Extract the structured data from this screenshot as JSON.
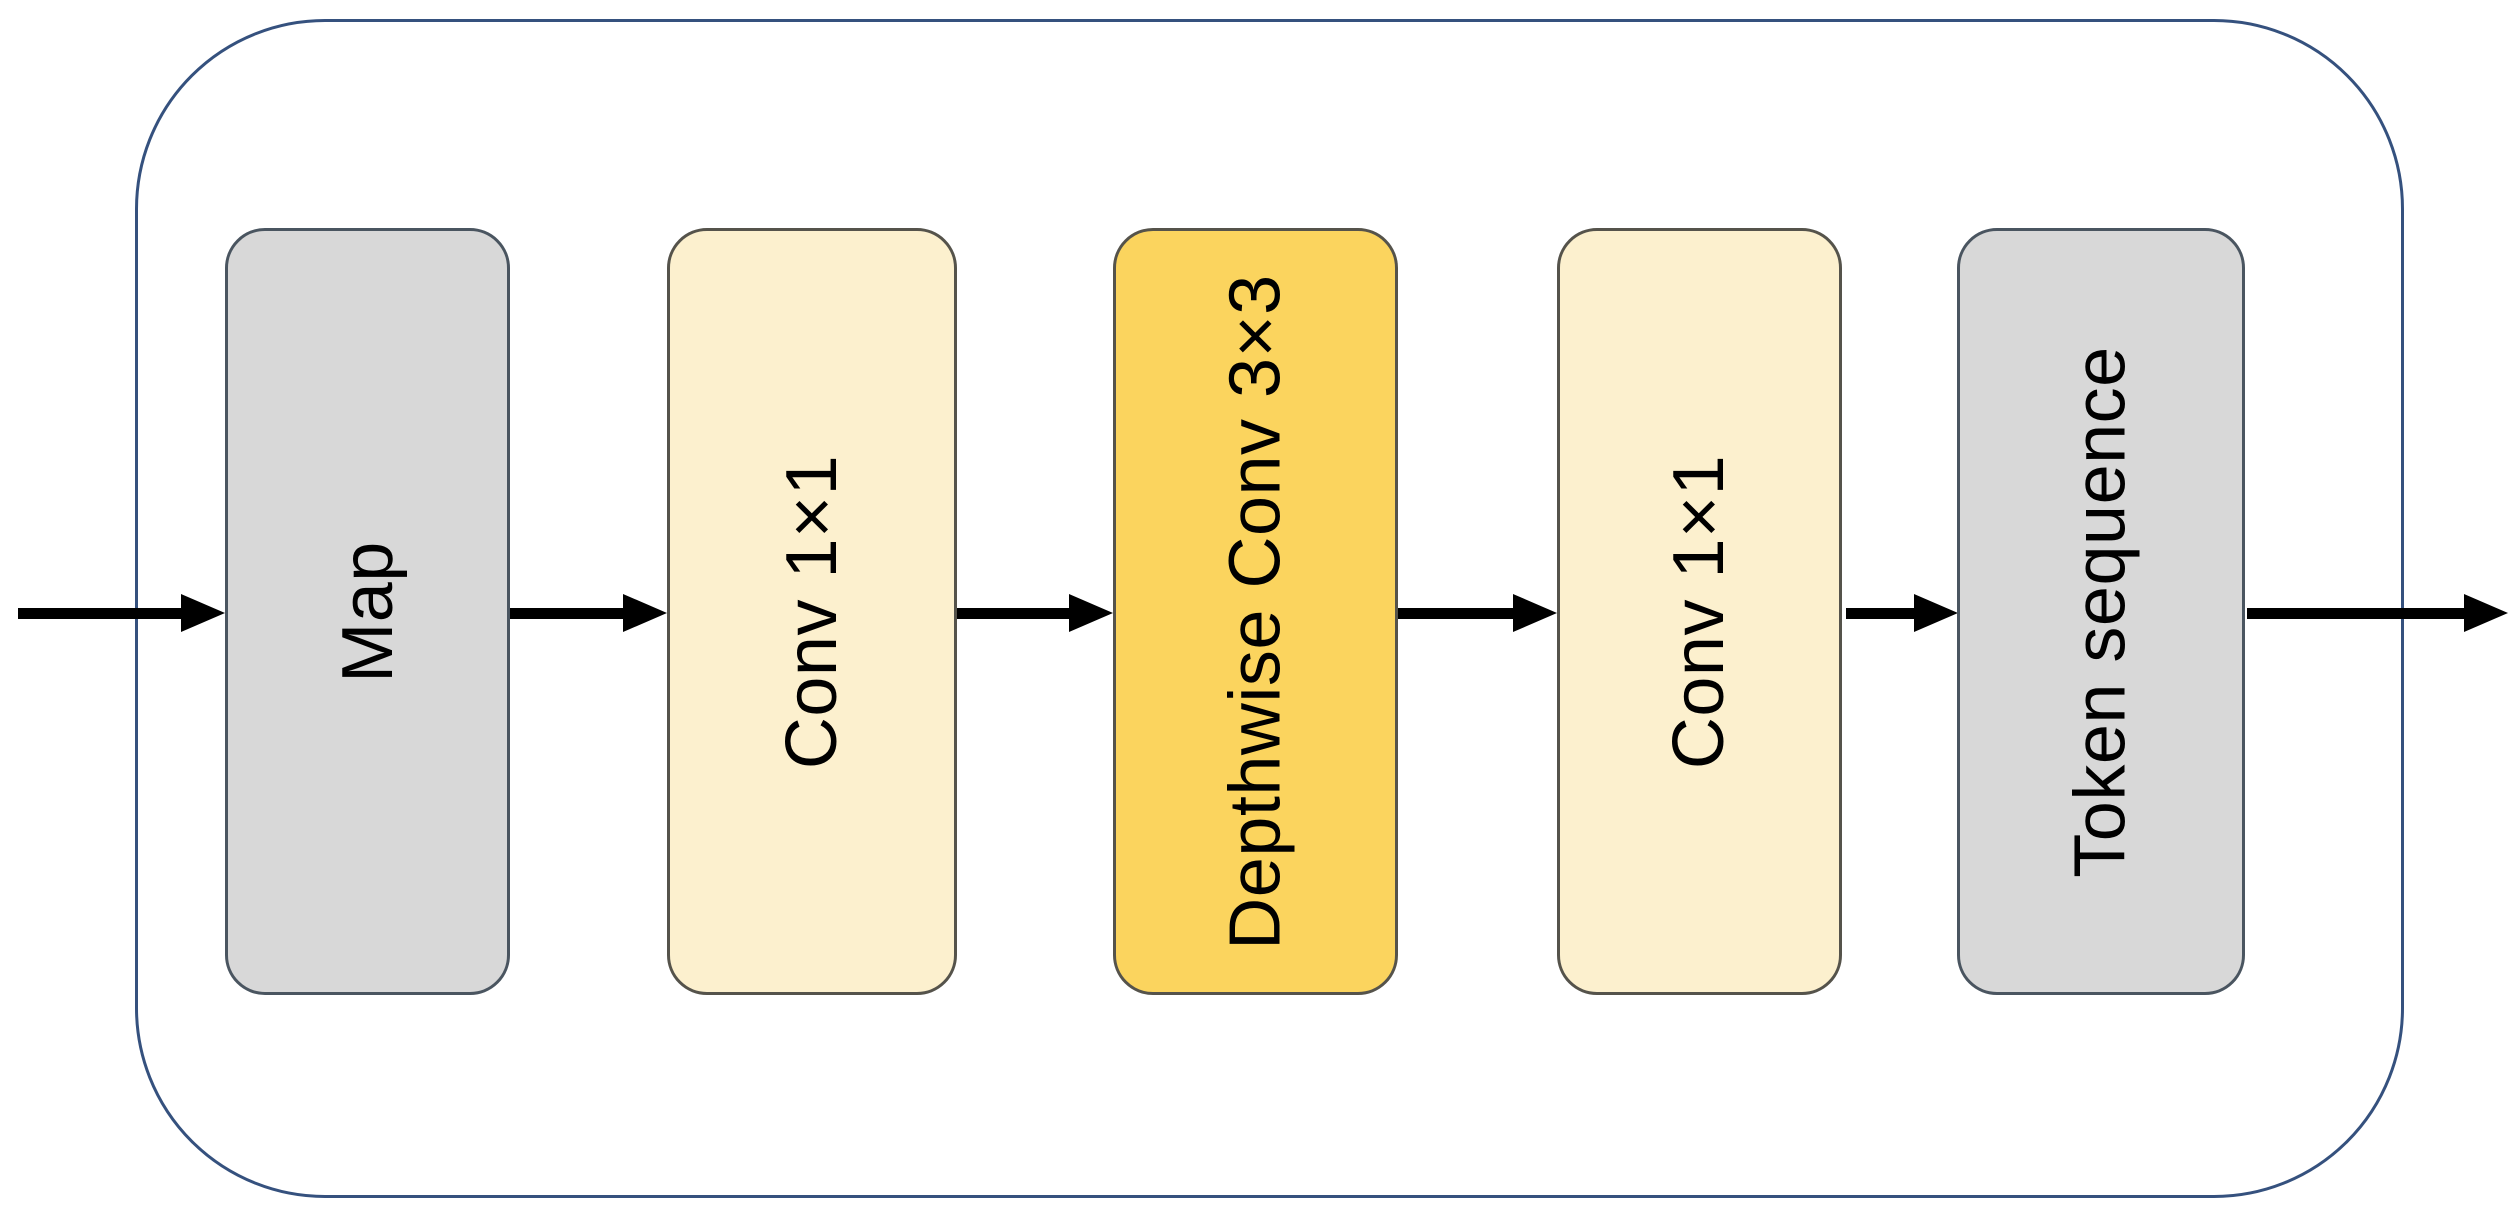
{
  "diagram": {
    "container_border_color": "#35517E",
    "arrow_color": "#000000",
    "text_color": "#000000",
    "boxes": [
      {
        "label": "Map",
        "fill": "#D8D8D8",
        "border_color": "#4A5560"
      },
      {
        "label": "Conv 1×1",
        "fill": "#FCF0CE",
        "border_color": "#55534B"
      },
      {
        "label": "Depthwise Conv 3×3",
        "fill": "#FBD45E",
        "border_color": "#55534B"
      },
      {
        "label": "Conv 1×1",
        "fill": "#FCF0CE",
        "border_color": "#55534B"
      },
      {
        "label": "Token sequence",
        "fill": "#D8D8D8",
        "border_color": "#4A5560"
      }
    ],
    "flow_order": [
      "input",
      "Map",
      "Conv 1×1",
      "Depthwise Conv 3×3",
      "Conv 1×1",
      "Token sequence",
      "output"
    ]
  }
}
